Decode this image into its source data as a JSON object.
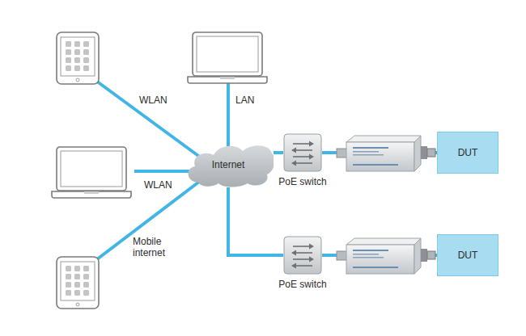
{
  "diagram": {
    "nodes": [
      {
        "text": [
          "Internet"
        ]
      },
      {
        "text": [
          "PoE switch"
        ]
      },
      {
        "text": [
          "DUT"
        ]
      },
      {
        "text": [
          "PoE switch"
        ]
      },
      {
        "text": [
          "DUT"
        ]
      }
    ],
    "edges": [
      {
        "from": 0,
        "to": 1,
        "arrow": "none"
      },
      {
        "from": 1,
        "to": 2,
        "arrow": "none"
      },
      {
        "from": 0,
        "to": 3,
        "arrow": "none"
      },
      {
        "from": 3,
        "to": 4,
        "arrow": "none"
      }
    ],
    "labels": [
      "WLAN",
      "LAN",
      "WLAN",
      "Mobile internet"
    ]
  }
}
